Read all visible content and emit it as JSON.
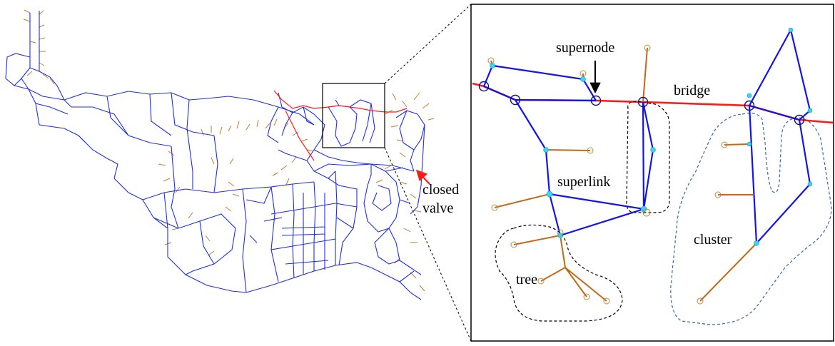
{
  "labels": {
    "supernode": "supernode",
    "bridge": "bridge",
    "superlink": "superlink",
    "closed_valve_line1": "closed",
    "closed_valve_line2": "valve",
    "cluster": "cluster",
    "tree": "tree"
  },
  "colors": {
    "pipe": "#1f2fe0",
    "service_line": "#c97a2a",
    "bridge": "#ff1a1a",
    "node": "#35d6f0",
    "supernode_ring": "#101080",
    "outline_dashed_black": "#000000",
    "outline_dashed_blue": "#3a6aa0"
  },
  "icons": {
    "closed_valve_marker": "red-arrow-icon",
    "supernode_pointer": "black-arrow-icon"
  }
}
